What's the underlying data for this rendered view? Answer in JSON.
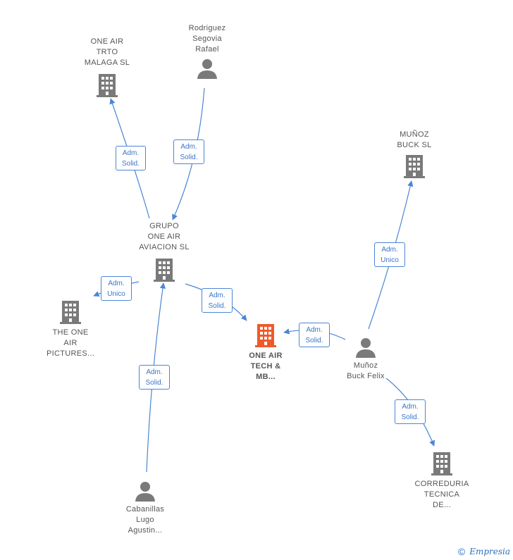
{
  "nodes": {
    "one_air_trto": {
      "label": "ONE AIR\nTRTO\nMALAGA  SL",
      "kind": "company"
    },
    "rodriguez": {
      "label": "Rodriguez\nSegovia\nRafael",
      "kind": "person"
    },
    "munoz_buck_sl": {
      "label": "MUÑOZ\nBUCK  SL",
      "kind": "company"
    },
    "grupo_one_air": {
      "label": "GRUPO\nONE AIR\nAVIACION SL",
      "kind": "company"
    },
    "the_one_air": {
      "label": "THE ONE\nAIR\nPICTURES...",
      "kind": "company"
    },
    "one_air_tech": {
      "label": "ONE AIR\nTECH &\nMB...",
      "kind": "company",
      "focus": true
    },
    "munoz_buck_felix": {
      "label": "Muñoz\nBuck Felix",
      "kind": "person"
    },
    "correduria": {
      "label": "CORREDURIA\nTECNICA\nDE...",
      "kind": "company"
    },
    "cabanillas": {
      "label": "Cabanillas\nLugo\nAgustin...",
      "kind": "person"
    }
  },
  "edges": {
    "e1": "Adm.\nSolid.",
    "e2": "Adm.\nSolid.",
    "e3": "Adm.\nUnico",
    "e4": "Adm.\nUnico",
    "e5": "Adm.\nSolid.",
    "e6": "Adm.\nSolid.",
    "e7": "Adm.\nSolid.",
    "e8": "Adm.\nSolid."
  },
  "colors": {
    "edge": "#4a86d6",
    "icon": "#7a7a7a",
    "focus_icon": "#f05a28"
  },
  "icons": {
    "company": "building-icon",
    "person": "person-icon"
  },
  "branding": {
    "copyright": "©",
    "name": "Empresia"
  }
}
